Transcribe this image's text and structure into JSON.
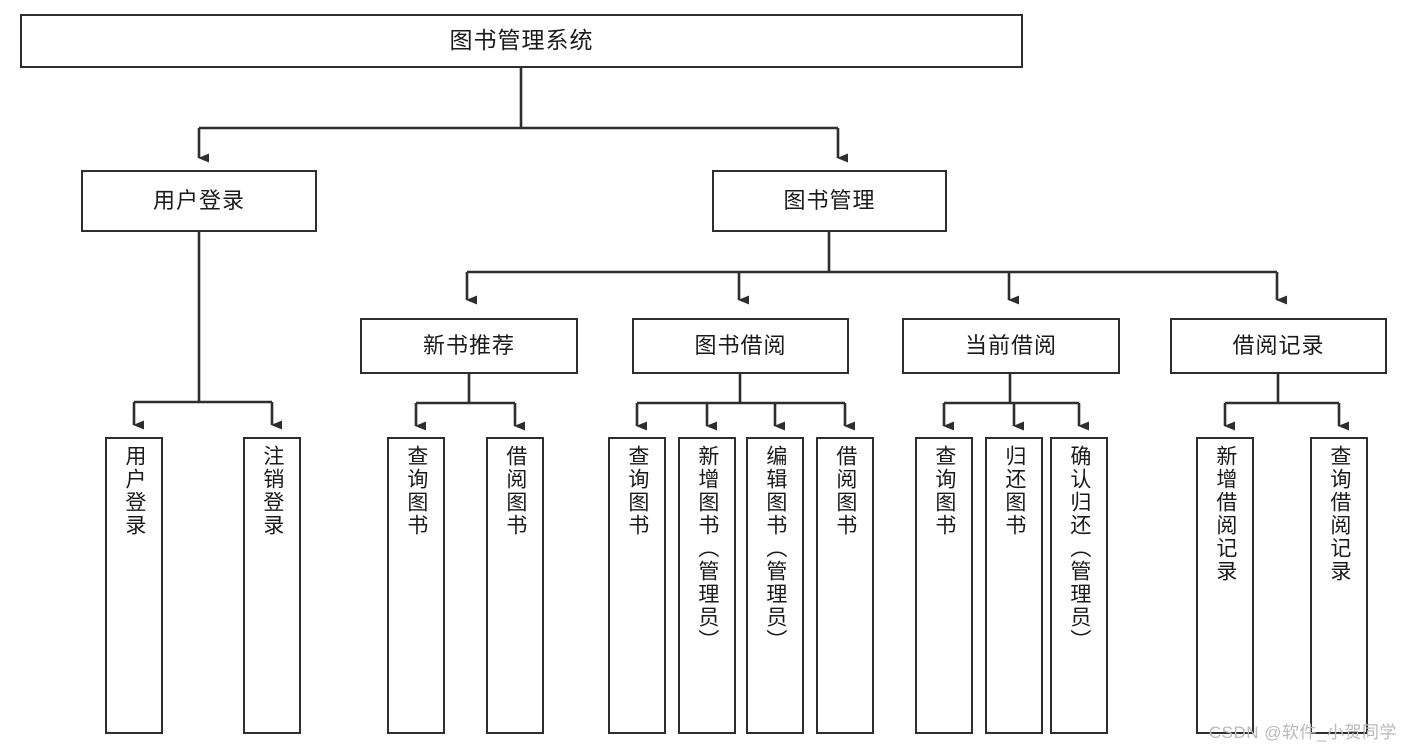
{
  "diagram": {
    "type": "tree",
    "title": "图书管理系统",
    "colors": {
      "box_border": "#2e2e2e",
      "box_fill": "#ffffff",
      "connector": "#2e2e2e",
      "text": "#1a1a1a",
      "watermark": "#b9b9b9"
    },
    "levels": {
      "level1": [
        "图书管理系统"
      ],
      "level2": [
        "用户登录",
        "图书管理"
      ],
      "level3": [
        "新书推荐",
        "图书借阅",
        "当前借阅",
        "借阅记录"
      ],
      "level4": [
        "用户登录",
        "注销登录",
        "查询图书",
        "借阅图书",
        "查询图书",
        "新增图书（管理员）",
        "编辑图书（管理员）",
        "借阅图书",
        "查询图书",
        "归还图书",
        "确认归还（管理员）",
        "新增借阅记录",
        "查询借阅记录"
      ]
    },
    "nodes": {
      "root": {
        "label": "图书管理系统"
      },
      "user_login": {
        "label": "用户登录"
      },
      "book_mgmt": {
        "label": "图书管理"
      },
      "new_book_rec": {
        "label": "新书推荐"
      },
      "book_borrow": {
        "label": "图书借阅"
      },
      "current_borrow": {
        "label": "当前借阅"
      },
      "borrow_record": {
        "label": "借阅记录"
      },
      "leaf_user_login": {
        "label": "用户登录"
      },
      "leaf_logout": {
        "label": "注销登录"
      },
      "leaf_query_book_1": {
        "label": "查询图书"
      },
      "leaf_borrow_book_1": {
        "label": "借阅图书"
      },
      "leaf_query_book_2": {
        "label": "查询图书"
      },
      "leaf_add_book": {
        "label": "新增图书（管理员）"
      },
      "leaf_edit_book": {
        "label": "编辑图书（管理员）"
      },
      "leaf_borrow_book_2": {
        "label": "借阅图书"
      },
      "leaf_query_book_3": {
        "label": "查询图书"
      },
      "leaf_return_book": {
        "label": "归还图书"
      },
      "leaf_confirm_return": {
        "label": "确认归还（管理员）"
      },
      "leaf_add_record": {
        "label": "新增借阅记录"
      },
      "leaf_query_record": {
        "label": "查询借阅记录"
      }
    },
    "edges": [
      {
        "from": "root",
        "to": "user_login"
      },
      {
        "from": "root",
        "to": "book_mgmt"
      },
      {
        "from": "user_login",
        "to": "leaf_user_login"
      },
      {
        "from": "user_login",
        "to": "leaf_logout"
      },
      {
        "from": "book_mgmt",
        "to": "new_book_rec"
      },
      {
        "from": "book_mgmt",
        "to": "book_borrow"
      },
      {
        "from": "book_mgmt",
        "to": "current_borrow"
      },
      {
        "from": "book_mgmt",
        "to": "borrow_record"
      },
      {
        "from": "new_book_rec",
        "to": "leaf_query_book_1"
      },
      {
        "from": "new_book_rec",
        "to": "leaf_borrow_book_1"
      },
      {
        "from": "book_borrow",
        "to": "leaf_query_book_2"
      },
      {
        "from": "book_borrow",
        "to": "leaf_add_book"
      },
      {
        "from": "book_borrow",
        "to": "leaf_edit_book"
      },
      {
        "from": "book_borrow",
        "to": "leaf_borrow_book_2"
      },
      {
        "from": "current_borrow",
        "to": "leaf_query_book_3"
      },
      {
        "from": "current_borrow",
        "to": "leaf_return_book"
      },
      {
        "from": "current_borrow",
        "to": "leaf_confirm_return"
      },
      {
        "from": "borrow_record",
        "to": "leaf_add_record"
      },
      {
        "from": "borrow_record",
        "to": "leaf_query_record"
      }
    ]
  },
  "watermark": {
    "text": "CSDN @软件_小贺同学"
  }
}
